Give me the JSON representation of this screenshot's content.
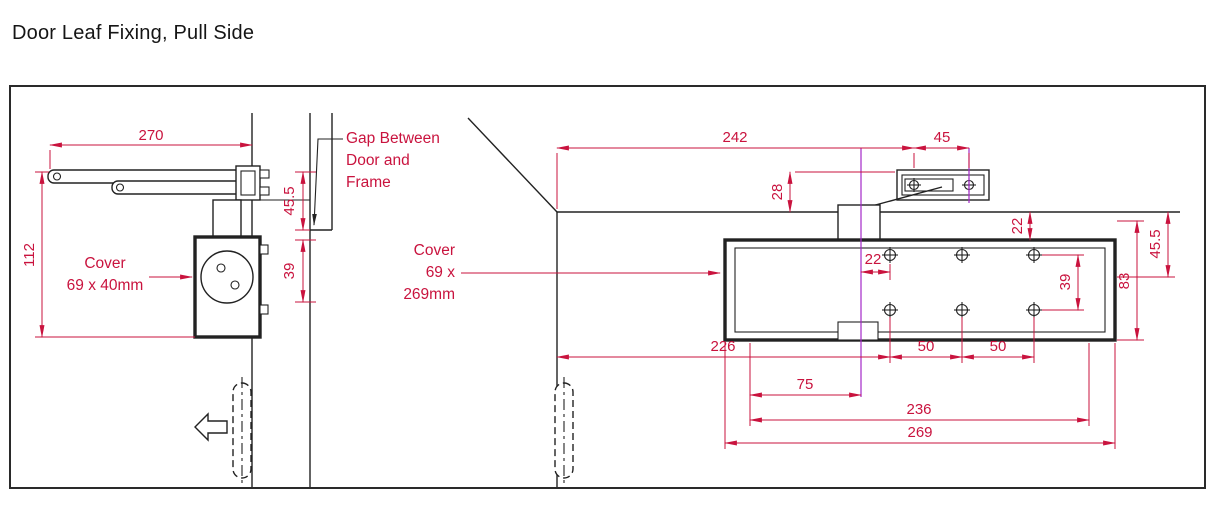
{
  "title": "Door Leaf Fixing, Pull Side",
  "colors": {
    "dimension": "#c9133e",
    "line": "#222222",
    "centerline": "#a428c8"
  },
  "side_view": {
    "dims": {
      "arm_length": "270",
      "body_height": "112",
      "frame_offset": "45.5",
      "cover_offset": "39"
    },
    "gap_label": {
      "line1": "Gap Between",
      "line2": "Door and",
      "line3": "Frame"
    },
    "cover_label": {
      "line1": "Cover",
      "line2": "69 x 40mm"
    }
  },
  "front_view": {
    "dims": {
      "jamb_to_bracket": "242",
      "bracket_screws": "45",
      "channel_drop": "28",
      "body_top_offset": "22",
      "frame_to_axis": "45.5",
      "axis_to_screw": "22",
      "screw_rows": "39",
      "body_depth": "83",
      "jamb_to_screws": "226",
      "screw_pitch_a": "50",
      "screw_pitch_b": "50",
      "axis_to_fixing": "75",
      "fixing_span": "236",
      "cover_length": "269"
    },
    "cover_label": {
      "line1": "Cover",
      "line2": "69 x",
      "line3": "269mm"
    }
  }
}
